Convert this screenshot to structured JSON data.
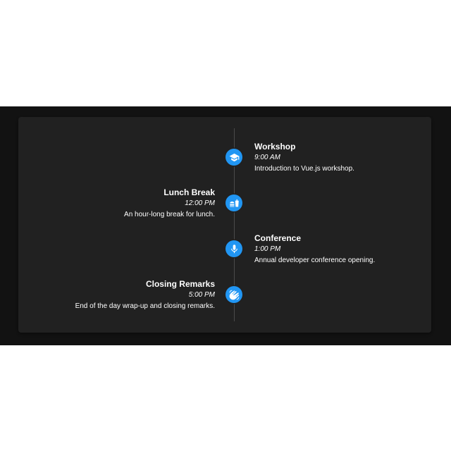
{
  "timeline": {
    "accent_color": "#2196f3",
    "events": [
      {
        "title": "Workshop",
        "time": "9:00 AM",
        "description": "Introduction to Vue.js workshop.",
        "icon": "graduation-cap-icon",
        "side": "right"
      },
      {
        "title": "Lunch Break",
        "time": "12:00 PM",
        "description": "An hour-long break for lunch.",
        "icon": "food-icon",
        "side": "left"
      },
      {
        "title": "Conference",
        "time": "1:00 PM",
        "description": "Annual developer conference opening.",
        "icon": "microphone-icon",
        "side": "right"
      },
      {
        "title": "Closing Remarks",
        "time": "5:00 PM",
        "description": "End of the day wrap-up and closing remarks.",
        "icon": "hand-wave-icon",
        "side": "left"
      }
    ]
  }
}
